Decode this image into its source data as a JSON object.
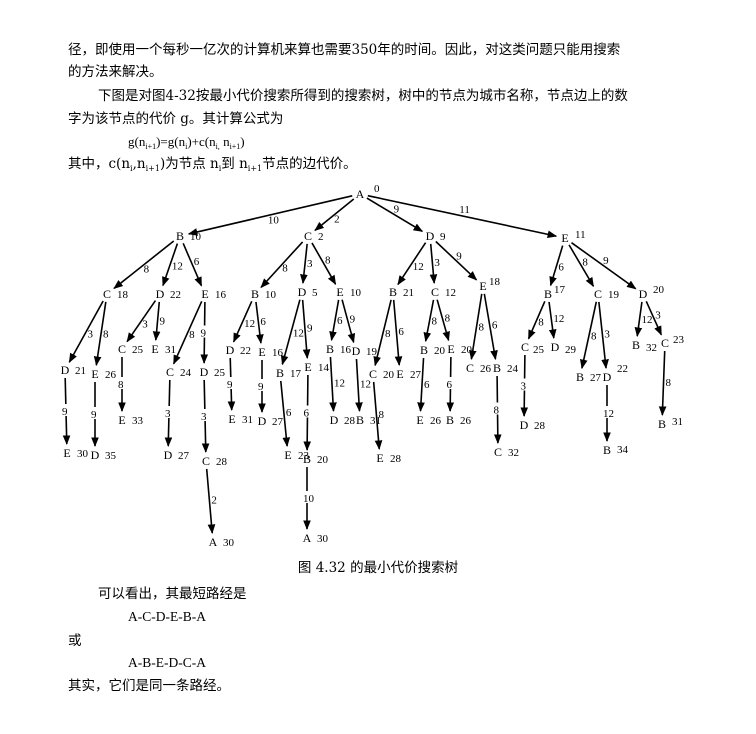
{
  "paragraphs": {
    "p1_line1": "径，即使用一个每秒一亿次的计算机来算也需要350年的时间。因此，对这类问题只能用搜索",
    "p1_line2": "的方法来解决。",
    "p2_line1": "下图是对图4-32按最小代价搜索所得到的搜索树，树中的节点为城市名称，节点边上的数",
    "p2_line2": "字为该节点的代价 g。其计算公式为",
    "formula": {
      "lhs_g": "g(n",
      "lhs_sub": "i+1",
      "eq_g": ")=g(n",
      "eq_sub": "i",
      "plus_c": ")+c(n",
      "c_sub1": "i,",
      "c_n2": " n",
      "c_sub2": "i+1",
      "close": ")"
    },
    "where": {
      "prefix": "其中，c(n",
      "sub1": "i",
      "mid": ",n",
      "sub2": "i+1",
      "text1": ")为节点 n",
      "sub3": "i",
      "text2": "到 n",
      "sub4": "i+1",
      "text3": "节点的边代价。"
    }
  },
  "caption": "图 4.32 的最小代价搜索树",
  "conclusion": {
    "intro": "可以看出，其最短路经是",
    "path1": "A-C-D-E-B-A",
    "or": "或",
    "path2": "A-B-E-D-C-A",
    "final": "其实，它们是同一条路经。"
  },
  "tree": {
    "nodes": [
      {
        "id": "root",
        "label": "A",
        "cost": "0"
      },
      {
        "id": "B1",
        "label": "B",
        "cost": "10"
      },
      {
        "id": "C1",
        "label": "C",
        "cost": "2"
      },
      {
        "id": "D1",
        "label": "D",
        "cost": "9"
      },
      {
        "id": "E1",
        "label": "E",
        "cost": "11"
      },
      {
        "id": "C2",
        "label": "C",
        "cost": "18"
      },
      {
        "id": "D2",
        "label": "D",
        "cost": "22"
      },
      {
        "id": "E2",
        "label": "E",
        "cost": "16"
      },
      {
        "id": "B2",
        "label": "B",
        "cost": "10"
      },
      {
        "id": "D3",
        "label": "D",
        "cost": "5"
      },
      {
        "id": "E3",
        "label": "E",
        "cost": "10"
      },
      {
        "id": "B3",
        "label": "B",
        "cost": "21"
      },
      {
        "id": "C3",
        "label": "C",
        "cost": "12"
      },
      {
        "id": "E4",
        "label": "E",
        "cost": "18"
      },
      {
        "id": "B4",
        "label": "B",
        "cost": "17"
      },
      {
        "id": "C4",
        "label": "C",
        "cost": "19"
      },
      {
        "id": "D4",
        "label": "D",
        "cost": "20"
      },
      {
        "id": "D5",
        "label": "D",
        "cost": "21"
      },
      {
        "id": "E5",
        "label": "E",
        "cost": "26"
      },
      {
        "id": "C5",
        "label": "C",
        "cost": "25"
      },
      {
        "id": "E6",
        "label": "E",
        "cost": "31"
      },
      {
        "id": "C6",
        "label": "C",
        "cost": "24"
      },
      {
        "id": "D6",
        "label": "D",
        "cost": "25"
      },
      {
        "id": "D7",
        "label": "D",
        "cost": "22"
      },
      {
        "id": "E7",
        "label": "E",
        "cost": "16"
      },
      {
        "id": "B5",
        "label": "B",
        "cost": "17"
      },
      {
        "id": "E8",
        "label": "E",
        "cost": "14"
      },
      {
        "id": "B6",
        "label": "B",
        "cost": "16"
      },
      {
        "id": "D8",
        "label": "D",
        "cost": "19"
      },
      {
        "id": "C7",
        "label": "C",
        "cost": "20"
      },
      {
        "id": "E9",
        "label": "E",
        "cost": "27"
      },
      {
        "id": "B7",
        "label": "B",
        "cost": "20"
      },
      {
        "id": "E10",
        "label": "E",
        "cost": "20"
      },
      {
        "id": "C8",
        "label": "C",
        "cost": "26"
      },
      {
        "id": "B8",
        "label": "B",
        "cost": "24"
      },
      {
        "id": "C9",
        "label": "C",
        "cost": "25"
      },
      {
        "id": "D9",
        "label": "D",
        "cost": "29"
      },
      {
        "id": "B9",
        "label": "B",
        "cost": "27"
      },
      {
        "id": "D10",
        "label": "D",
        "cost": "22"
      },
      {
        "id": "B10",
        "label": "B",
        "cost": "32"
      },
      {
        "id": "C10",
        "label": "C",
        "cost": "23"
      },
      {
        "id": "E11",
        "label": "E",
        "cost": "30"
      },
      {
        "id": "D11",
        "label": "D",
        "cost": "35"
      },
      {
        "id": "E12",
        "label": "E",
        "cost": "33"
      },
      {
        "id": "D12",
        "label": "D",
        "cost": "27"
      },
      {
        "id": "C11",
        "label": "C",
        "cost": "28"
      },
      {
        "id": "E13",
        "label": "E",
        "cost": "31"
      },
      {
        "id": "D13",
        "label": "D",
        "cost": "27"
      },
      {
        "id": "E14",
        "label": "E",
        "cost": "23"
      },
      {
        "id": "B11",
        "label": "B",
        "cost": "20"
      },
      {
        "id": "D14",
        "label": "D",
        "cost": "28"
      },
      {
        "id": "B12",
        "label": "B",
        "cost": "31"
      },
      {
        "id": "E15",
        "label": "E",
        "cost": "28"
      },
      {
        "id": "E16",
        "label": "E",
        "cost": "26"
      },
      {
        "id": "B13",
        "label": "B",
        "cost": "26"
      },
      {
        "id": "C12",
        "label": "C",
        "cost": "32"
      },
      {
        "id": "D15",
        "label": "D",
        "cost": "28"
      },
      {
        "id": "B14",
        "label": "B",
        "cost": "34"
      },
      {
        "id": "B15",
        "label": "B",
        "cost": "31"
      },
      {
        "id": "A1",
        "label": "A",
        "cost": "30"
      },
      {
        "id": "A2",
        "label": "A",
        "cost": "30"
      }
    ],
    "edges": [
      {
        "from": "root",
        "to": "B1",
        "w": "10"
      },
      {
        "from": "root",
        "to": "C1",
        "w": "2"
      },
      {
        "from": "root",
        "to": "D1",
        "w": "9"
      },
      {
        "from": "root",
        "to": "E1",
        "w": "11"
      },
      {
        "from": "B1",
        "to": "C2",
        "w": "8"
      },
      {
        "from": "B1",
        "to": "D2",
        "w": "12"
      },
      {
        "from": "B1",
        "to": "E2",
        "w": "6"
      },
      {
        "from": "C1",
        "to": "B2",
        "w": "8"
      },
      {
        "from": "C1",
        "to": "D3",
        "w": "3"
      },
      {
        "from": "C1",
        "to": "E3",
        "w": "8"
      },
      {
        "from": "D1",
        "to": "B3",
        "w": "12"
      },
      {
        "from": "D1",
        "to": "C3",
        "w": "3"
      },
      {
        "from": "D1",
        "to": "E4",
        "w": "9"
      },
      {
        "from": "E1",
        "to": "B4",
        "w": "6"
      },
      {
        "from": "E1",
        "to": "C4",
        "w": "8"
      },
      {
        "from": "E1",
        "to": "D4",
        "w": "9"
      },
      {
        "from": "C2",
        "to": "D5",
        "w": "3"
      },
      {
        "from": "C2",
        "to": "E5",
        "w": "8"
      },
      {
        "from": "D2",
        "to": "C5",
        "w": "3"
      },
      {
        "from": "D2",
        "to": "E6",
        "w": "9"
      },
      {
        "from": "E2",
        "to": "C6",
        "w": "8"
      },
      {
        "from": "E2",
        "to": "D6",
        "w": "9"
      },
      {
        "from": "B2",
        "to": "D7",
        "w": "12"
      },
      {
        "from": "B2",
        "to": "E7",
        "w": "6"
      },
      {
        "from": "D3",
        "to": "B5",
        "w": "12"
      },
      {
        "from": "D3",
        "to": "E8",
        "w": "9"
      },
      {
        "from": "E3",
        "to": "B6",
        "w": "6"
      },
      {
        "from": "E3",
        "to": "D8",
        "w": "9"
      },
      {
        "from": "B3",
        "to": "C7",
        "w": "8"
      },
      {
        "from": "B3",
        "to": "E9",
        "w": "6"
      },
      {
        "from": "C3",
        "to": "B7",
        "w": "8"
      },
      {
        "from": "C3",
        "to": "E10",
        "w": "8"
      },
      {
        "from": "E4",
        "to": "C8",
        "w": "8"
      },
      {
        "from": "E4",
        "to": "B8",
        "w": "6"
      },
      {
        "from": "B4",
        "to": "C9",
        "w": "8"
      },
      {
        "from": "B4",
        "to": "D9",
        "w": "12"
      },
      {
        "from": "C4",
        "to": "B9",
        "w": "8"
      },
      {
        "from": "C4",
        "to": "D10",
        "w": "3"
      },
      {
        "from": "D4",
        "to": "B10",
        "w": "12"
      },
      {
        "from": "D4",
        "to": "C10",
        "w": "3"
      },
      {
        "from": "D5",
        "to": "E11",
        "w": "9"
      },
      {
        "from": "E5",
        "to": "D11",
        "w": "9"
      },
      {
        "from": "C5",
        "to": "E12",
        "w": "8"
      },
      {
        "from": "C6",
        "to": "D12",
        "w": "3"
      },
      {
        "from": "D6",
        "to": "C11",
        "w": "3"
      },
      {
        "from": "D7",
        "to": "E13",
        "w": "9"
      },
      {
        "from": "E7",
        "to": "D13",
        "w": "9"
      },
      {
        "from": "B5",
        "to": "E14",
        "w": "6"
      },
      {
        "from": "E8",
        "to": "B11",
        "w": "6"
      },
      {
        "from": "B6",
        "to": "D14",
        "w": "12"
      },
      {
        "from": "D8",
        "to": "B12",
        "w": "12"
      },
      {
        "from": "C7",
        "to": "E15",
        "w": "8"
      },
      {
        "from": "B7",
        "to": "E16",
        "w": "6"
      },
      {
        "from": "E10",
        "to": "B13",
        "w": "6"
      },
      {
        "from": "B8",
        "to": "C12",
        "w": "8"
      },
      {
        "from": "C9",
        "to": "D15",
        "w": "3"
      },
      {
        "from": "D10",
        "to": "B14",
        "w": "12"
      },
      {
        "from": "C10",
        "to": "B15",
        "w": "8"
      },
      {
        "from": "C11",
        "to": "A1",
        "w": "2"
      },
      {
        "from": "B11",
        "to": "A2",
        "w": "10"
      }
    ]
  }
}
